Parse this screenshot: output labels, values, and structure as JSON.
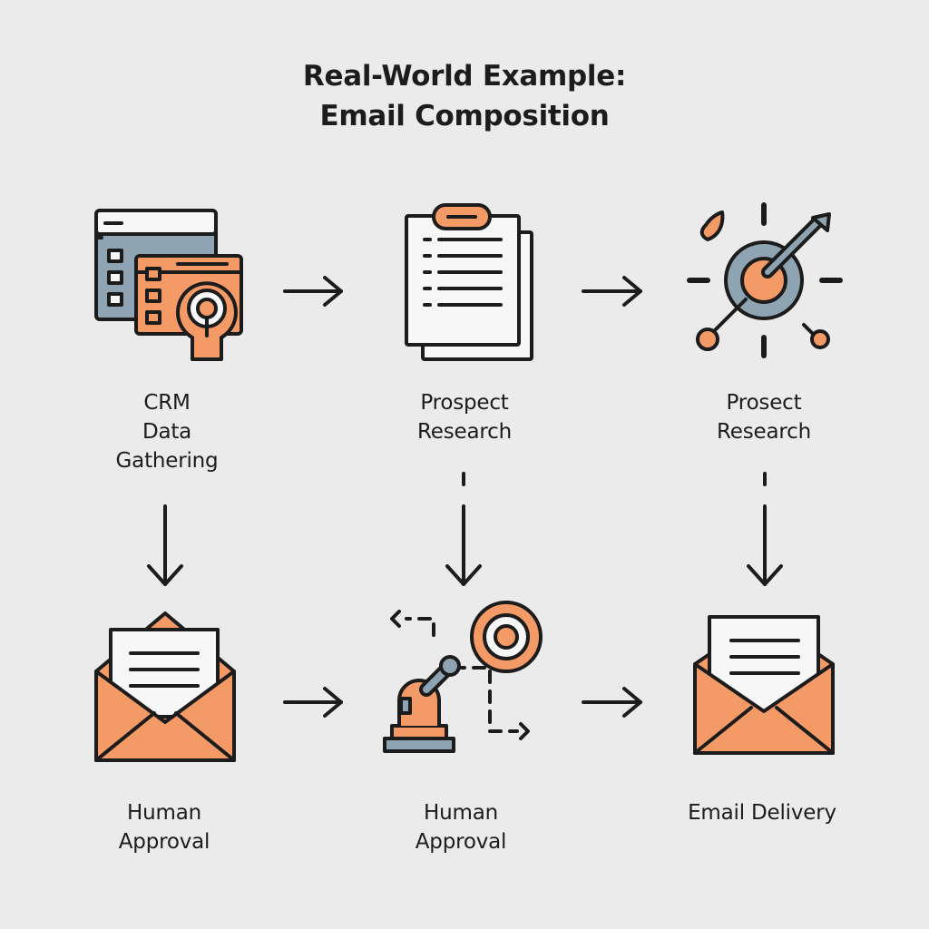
{
  "title": {
    "line1": "Real-World Example:",
    "line2": "Email Composition"
  },
  "steps": [
    {
      "lines": [
        "CRM",
        "Data",
        "Gathering"
      ]
    },
    {
      "lines": [
        "Prospect",
        "Research"
      ]
    },
    {
      "lines": [
        "Prosect",
        "Research"
      ]
    },
    {
      "lines": [
        "Human",
        "Approval"
      ]
    },
    {
      "lines": [
        "Human",
        "Approval"
      ]
    },
    {
      "lines": [
        "Email Delivery"
      ]
    }
  ],
  "colors": {
    "background": "#ebebeb",
    "accent": "#f39a66",
    "slate": "#8fa4b2",
    "paper": "#f7f7f7",
    "stroke": "#1c1c1c"
  },
  "icons": {
    "crm": "database-lock-icon",
    "research": "clipboard-list-icon",
    "analysis": "target-wrench-icon",
    "approval": "open-envelope-icon",
    "automation": "robot-arm-icon",
    "delivery": "envelope-letter-icon"
  }
}
